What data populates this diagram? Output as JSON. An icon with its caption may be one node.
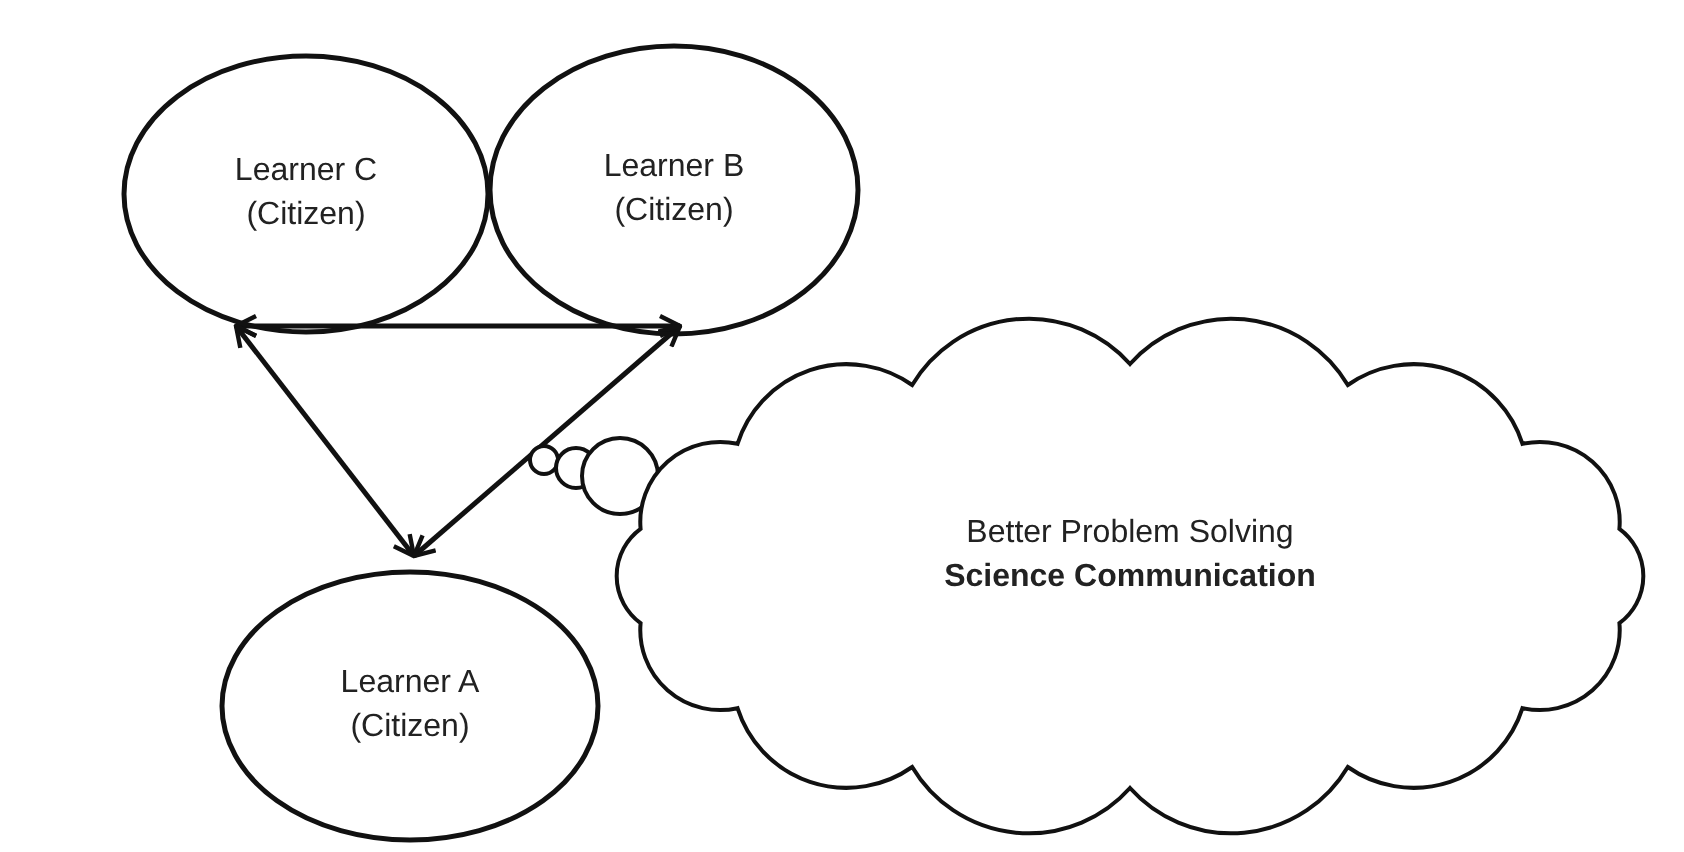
{
  "diagram": {
    "nodes": [
      {
        "text": [
          "Learner C (Citizen)"
        ]
      },
      {
        "text": [
          "Learner B (Citizen)"
        ]
      },
      {
        "text": [
          "Learner A (Citizen)"
        ]
      },
      {
        "text": [
          "Better Problem Solving",
          "Science Communication"
        ]
      }
    ],
    "edges": [
      {
        "from": 0,
        "to": 1,
        "arrow": "both"
      },
      {
        "from": 0,
        "to": 2,
        "arrow": "both"
      },
      {
        "from": 2,
        "to": 1,
        "arrow": "both"
      }
    ]
  }
}
